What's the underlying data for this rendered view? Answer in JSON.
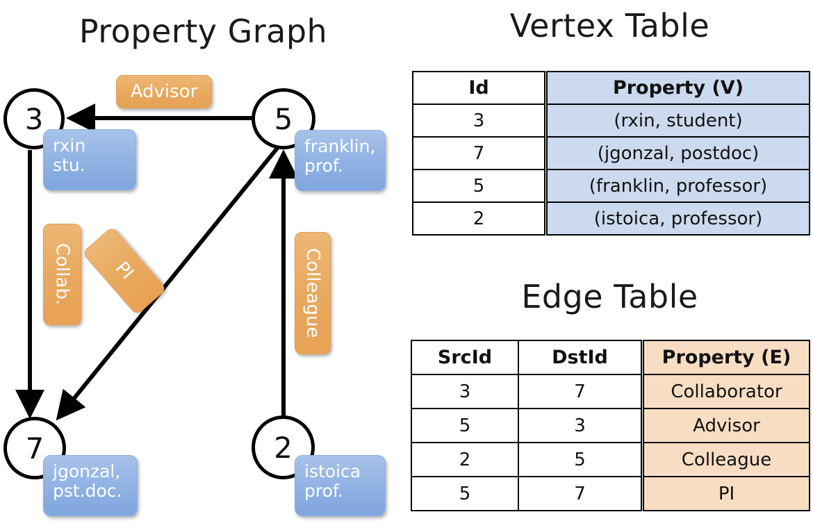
{
  "titles": {
    "property_graph": "Property Graph",
    "vertex_table": "Vertex Table",
    "edge_table": "Edge Table"
  },
  "graph": {
    "nodes": [
      {
        "id": "3",
        "label": "3",
        "prop_line1": "rxin",
        "prop_line2": "stu."
      },
      {
        "id": "5",
        "label": "5",
        "prop_line1": "franklin,",
        "prop_line2": "prof."
      },
      {
        "id": "7",
        "label": "7",
        "prop_line1": "jgonzal,",
        "prop_line2": "pst.doc."
      },
      {
        "id": "2",
        "label": "2",
        "prop_line1": "istoica",
        "prop_line2": "prof."
      }
    ],
    "edge_labels": [
      {
        "key": "advisor",
        "text": "Advisor"
      },
      {
        "key": "collab",
        "text": "Collab."
      },
      {
        "key": "pi",
        "text": "PI"
      },
      {
        "key": "colleague",
        "text": "Colleague"
      }
    ],
    "colors": {
      "vertex_property_box": "#8fb2e3",
      "edge_property_box": "#e8a95f",
      "node_stroke": "#000000",
      "arrow": "#000000"
    }
  },
  "vertex_table": {
    "headers": [
      "Id",
      "Property (V)"
    ],
    "rows": [
      {
        "id": "3",
        "property": "(rxin, student)"
      },
      {
        "id": "7",
        "property": "(jgonzal, postdoc)"
      },
      {
        "id": "5",
        "property": "(franklin, professor)"
      },
      {
        "id": "2",
        "property": "(istoica, professor)"
      }
    ],
    "header_fill": "#ccdaef",
    "cell_fill": "#ccdaef"
  },
  "edge_table": {
    "headers": [
      "SrcId",
      "DstId",
      "Property (E)"
    ],
    "rows": [
      {
        "src": "3",
        "dst": "7",
        "property": "Collaborator"
      },
      {
        "src": "5",
        "dst": "3",
        "property": "Advisor"
      },
      {
        "src": "2",
        "dst": "5",
        "property": "Colleague"
      },
      {
        "src": "5",
        "dst": "7",
        "property": "PI"
      }
    ],
    "header_fill": "#f7dec2",
    "cell_fill": "#f7dec2"
  }
}
